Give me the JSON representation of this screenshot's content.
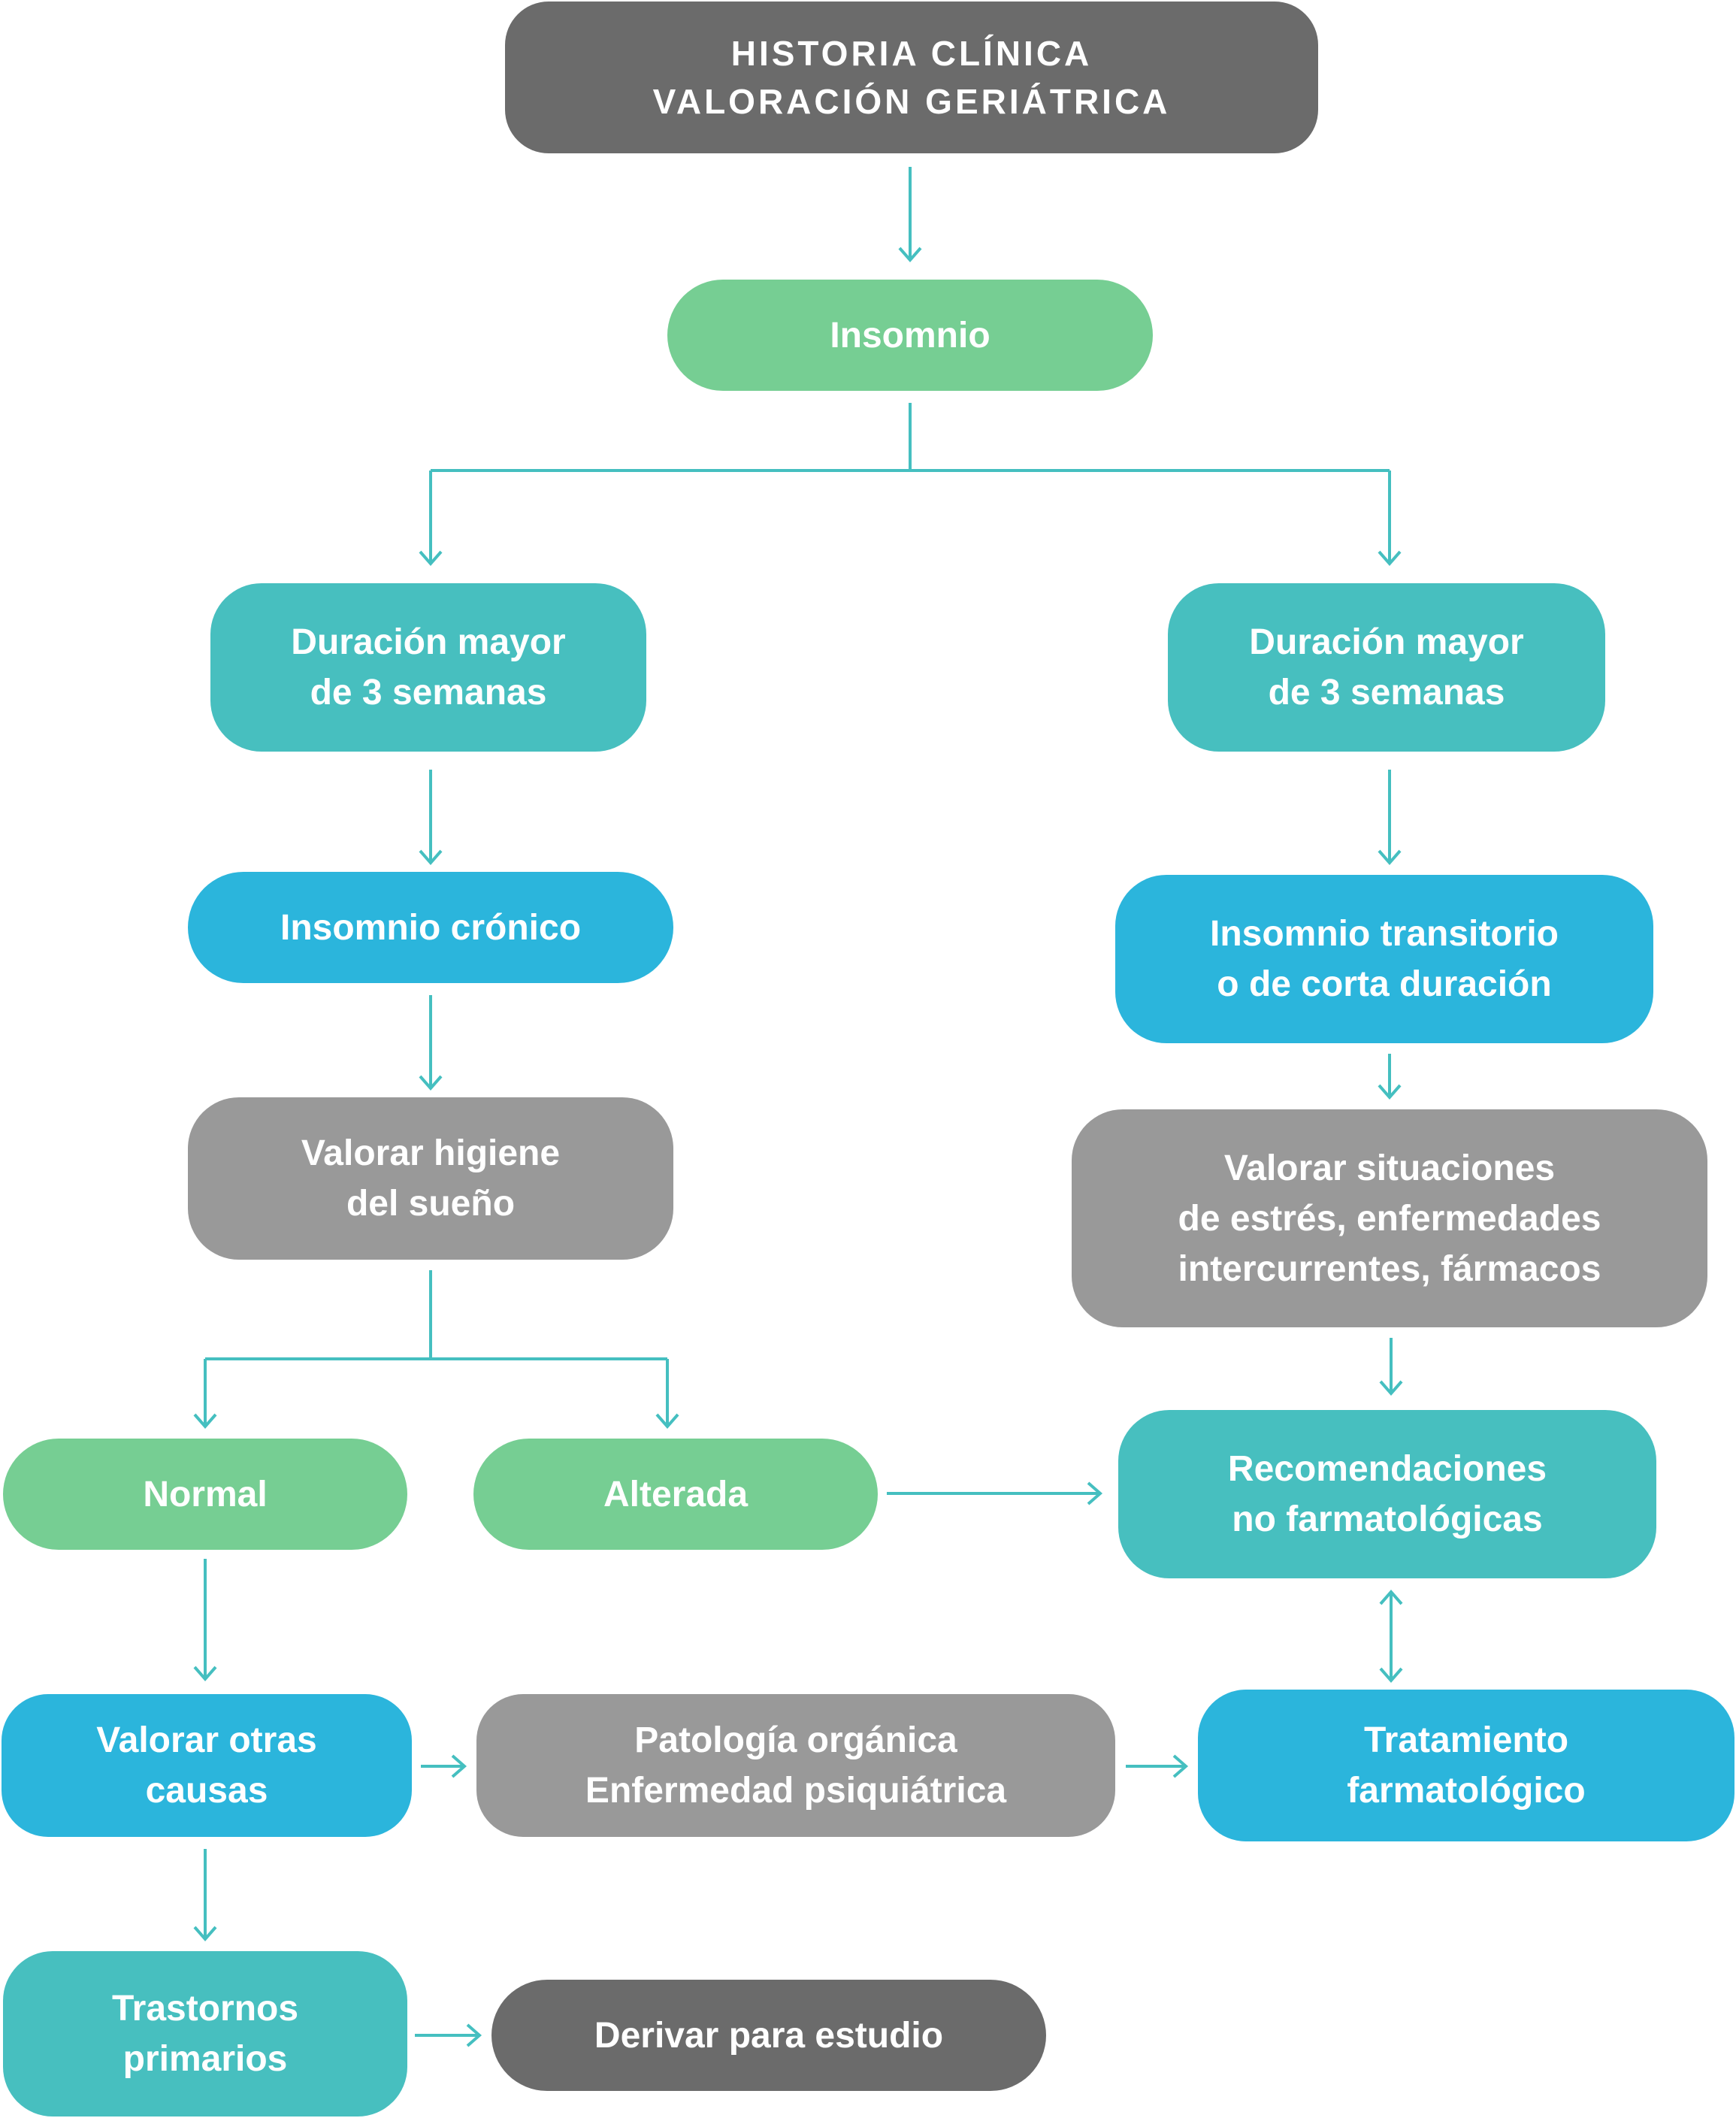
{
  "colors": {
    "dark": "#6b6b6b",
    "green": "#76ce93",
    "teal": "#47bfbf",
    "blue": "#2bb5dc",
    "grey": "#999999",
    "connector": "#45bfc0"
  },
  "nodes": {
    "historia": "HISTORIA CLÍNICA\nVALORACIÓN GERIÁTRICA",
    "insomnio": "Insomnio",
    "duracion_left": "Duración mayor\nde 3 semanas",
    "duracion_right": "Duración mayor\nde 3 semanas",
    "insomnio_cronico": "Insomnio crónico",
    "insomnio_transitorio": "Insomnio transitorio\no de corta duración",
    "valorar_higiene": "Valorar higiene\ndel sueño",
    "valorar_situaciones": "Valorar situaciones\nde estrés, enfermedades\nintercurrentes, fármacos",
    "normal": "Normal",
    "alterada": "Alterada",
    "recomendaciones": "Recomendaciones\nno farmatológicas",
    "valorar_otras": "Valorar otras\ncausas",
    "patologia": "Patología orgánica\nEnfermedad psiquiátrica",
    "tratamiento": "Tratamiento\nfarmatológico",
    "trastornos": "Trastornos\nprimarios",
    "derivar": "Derivar para estudio"
  }
}
